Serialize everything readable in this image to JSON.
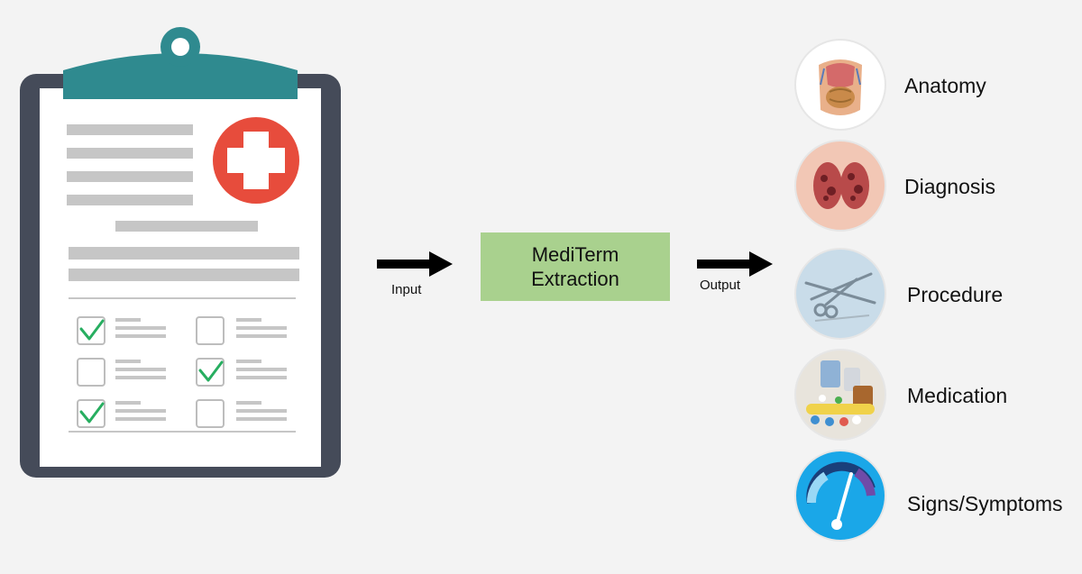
{
  "process": {
    "line1": "MediTerm",
    "line2": "Extraction"
  },
  "input_label": "Input",
  "output_label": "Output",
  "outputs": [
    {
      "label": "Anatomy",
      "icon": "anatomy-icon"
    },
    {
      "label": "Diagnosis",
      "icon": "diagnosis-icon"
    },
    {
      "label": "Procedure",
      "icon": "procedure-icon"
    },
    {
      "label": "Medication",
      "icon": "medication-icon"
    },
    {
      "label": "Signs/Symptoms",
      "icon": "symptoms-gauge-icon"
    }
  ],
  "colors": {
    "process_box": "#a9d18e",
    "clipboard_frame": "#454b59",
    "clipboard_clip": "#2f8a8f",
    "medical_cross": "#e74c3c",
    "checkmark": "#27ae60"
  }
}
